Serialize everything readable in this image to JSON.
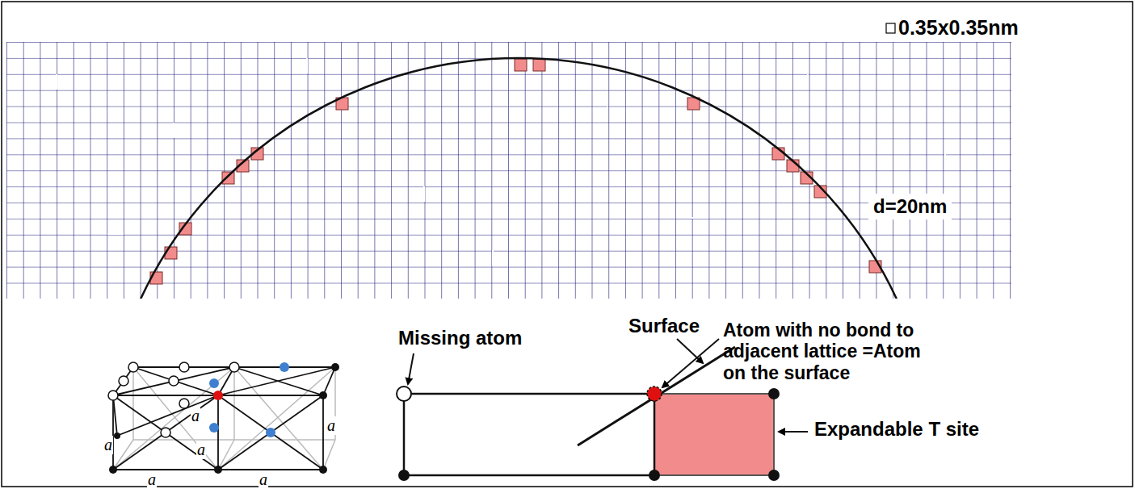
{
  "diagram": {
    "labels": [
      "0.35x0.35nm",
      "d=20nm",
      "Missing atom",
      "Surface",
      "Atom with no bond to adjacent lattice =Atom on the surface",
      "Expandable T site",
      "a",
      "a",
      "a",
      "a",
      "a",
      "a"
    ]
  }
}
